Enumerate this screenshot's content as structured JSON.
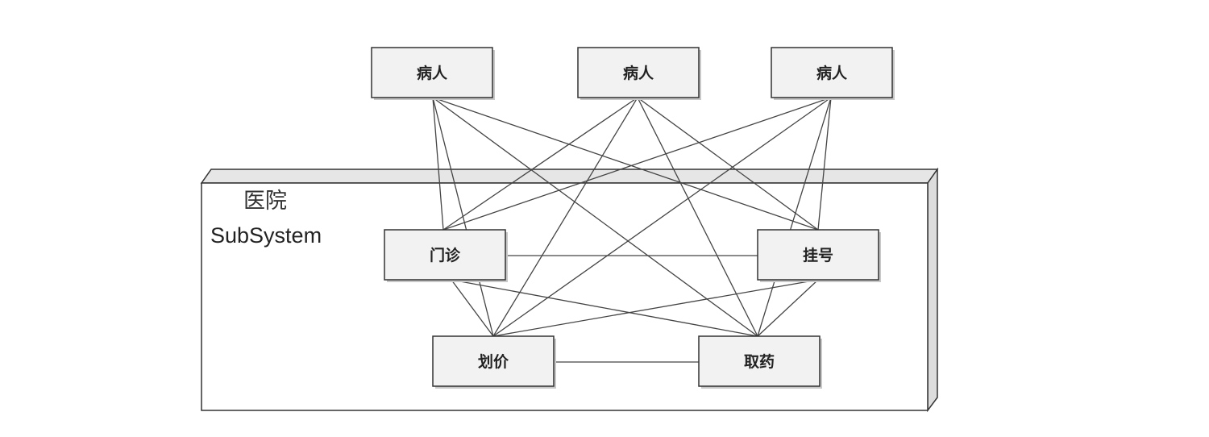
{
  "subsystem": {
    "title": "医院",
    "label": "SubSystem"
  },
  "nodes": {
    "patient1": "病人",
    "patient2": "病人",
    "patient3": "病人",
    "outpatient": "门诊",
    "registration": "挂号",
    "pricing": "划价",
    "pharmacy": "取药"
  },
  "colors": {
    "box_fill": "#f2f2f2",
    "border": "#333333",
    "subsystem_side": "#dddddd"
  }
}
